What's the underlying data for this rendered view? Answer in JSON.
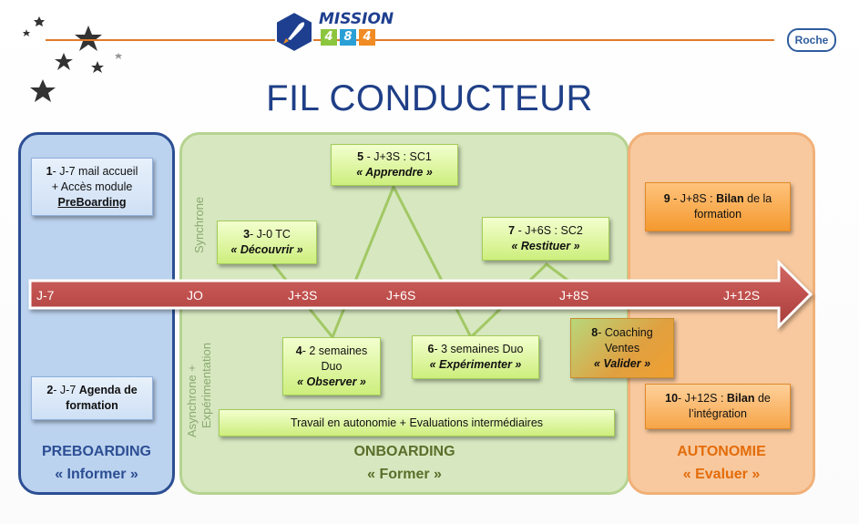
{
  "logo": {
    "word": "MISSION",
    "digits": [
      "4",
      "8",
      "4"
    ]
  },
  "brand": "Roche",
  "title": "FIL CONDUCTEUR",
  "timeline": [
    "J-7",
    "JO",
    "J+3S",
    "J+6S",
    "J+8S",
    "J+12S"
  ],
  "side_labels": {
    "synchrone": "Synchrone",
    "async_1": "Asynchrone +",
    "async_2": "Expérimentation"
  },
  "phases": [
    {
      "name": "PREBOARDING",
      "subtitle": "« Informer »"
    },
    {
      "name": "ONBOARDING",
      "subtitle": "« Former »"
    },
    {
      "name": "AUTONOMIE",
      "subtitle": "« Evaluer »"
    }
  ],
  "steps": {
    "s1": {
      "num": "1",
      "line1": "- J-7 mail accueil",
      "line2": "+ Accès module",
      "line3": "PreBoarding"
    },
    "s2": {
      "num": "2",
      "line1a": "- J-7 ",
      "line1b": "Agenda de",
      "line2": "formation"
    },
    "s3": {
      "num": "3",
      "line1": "- J-0 TC",
      "line2": "« Découvrir »"
    },
    "s4": {
      "num": "4",
      "line1": "- 2 semaines",
      "line2": "Duo",
      "line3": "« Observer »"
    },
    "s5": {
      "num": "5",
      "line1": " - J+3S : SC1",
      "line2": "« Apprendre »"
    },
    "s6": {
      "num": "6",
      "line1": "- 3 semaines Duo",
      "line2": "« Expérimenter »"
    },
    "s7": {
      "num": "7",
      "line1": " - J+6S : SC2",
      "line2": "« Restituer »"
    },
    "s8": {
      "num": "8",
      "line1": "- Coaching",
      "line2": "Ventes",
      "line3": "« Valider »"
    },
    "s9": {
      "num": "9",
      "line1a": " - J+8S : ",
      "line1b": "Bilan",
      "line1c": " de la",
      "line2": "formation"
    },
    "s10": {
      "num": "10",
      "line1a": "- J+12S : ",
      "line1b": "Bilan",
      "line1c": " de",
      "line2": "l’intégration"
    }
  },
  "bottom_bar": "Travail en autonomie + Evaluations intermédiaires",
  "colors": {
    "title": "#1f3f87",
    "arrow": "#c0504d",
    "preboarding": "#2c4e93",
    "onboarding": "#5a6e2a",
    "autonomie": "#e36c0a"
  }
}
